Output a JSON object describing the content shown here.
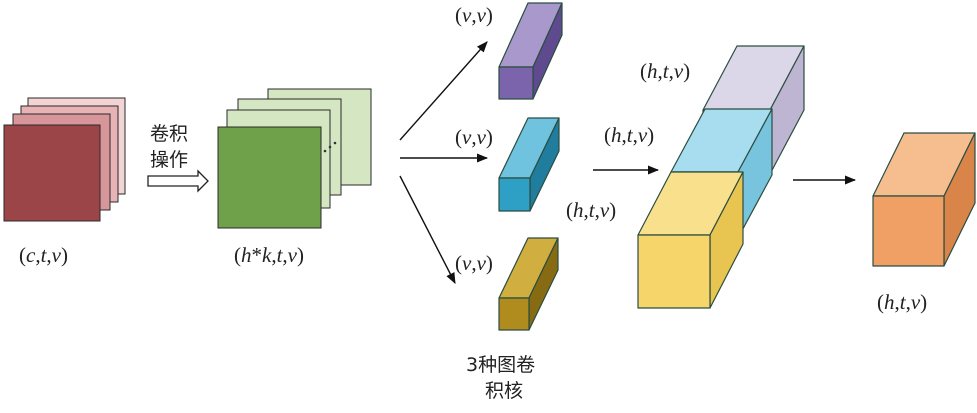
{
  "labels": {
    "input": "(c,t,v)",
    "conv_line1": "卷积",
    "conv_line2": "操作",
    "conv_output": "(h*k,t,v)",
    "kernel_purple": "(v,v)",
    "kernel_blue": "(v,v)",
    "kernel_olive": "(v,v)",
    "kernels_caption_line1": "3种图卷",
    "kernels_caption_line2": "积核",
    "stack_top": "(h,t,v)",
    "stack_middle": "(h,t,v)",
    "stack_bottom": "(h,t,v)",
    "output": "(h,t,v)"
  },
  "colors": {
    "input_front": "#9b4548",
    "input_back_1": "#d7979a",
    "input_back_2": "#e7b3b5",
    "input_back_3": "#f3d4d5",
    "green_front": "#6ea14a",
    "green_back": "#d5e6c3",
    "kernel_purple": "#7c64ac",
    "kernel_blue": "#2e9fc5",
    "kernel_olive": "#b08c1e",
    "stack_lavender": "#cdc6dd",
    "stack_skyblue": "#8fd3ea",
    "stack_yellow": "#f6d56b",
    "output_orange": "#f0a064",
    "edge": "#2a4d40",
    "arrow": "#111111"
  }
}
